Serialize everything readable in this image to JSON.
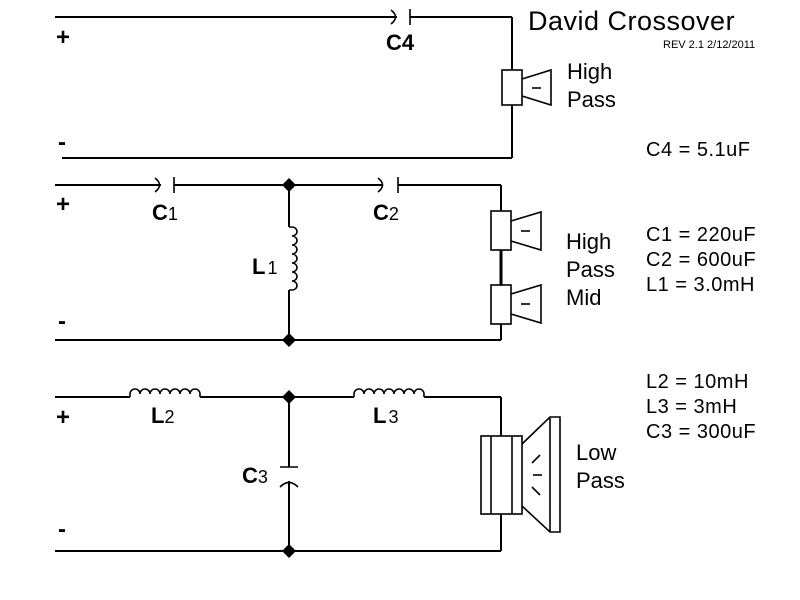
{
  "title": "David Crossover",
  "revision": "REV 2.1 2/12/2011",
  "polarity": {
    "plus": "+",
    "minus": "-"
  },
  "circuits": [
    {
      "id": "tweeter",
      "label_lines": [
        "High",
        "Pass"
      ],
      "components": [
        {
          "ref": "C",
          "sub": "4",
          "type": "capacitor"
        }
      ],
      "values": [
        "C4 = 5.1uF"
      ]
    },
    {
      "id": "mid",
      "label_lines": [
        "High",
        "Pass",
        "Mid"
      ],
      "components": [
        {
          "ref": "C",
          "sub": "1",
          "type": "capacitor"
        },
        {
          "ref": "L",
          "sub": "1",
          "type": "inductor"
        },
        {
          "ref": "C",
          "sub": "2",
          "type": "capacitor"
        }
      ],
      "values": [
        "C1 = 220uF",
        "C2 = 600uF",
        "L1 = 3.0mH"
      ]
    },
    {
      "id": "woofer",
      "label_lines": [
        "Low",
        "Pass"
      ],
      "components": [
        {
          "ref": "L",
          "sub": "2",
          "type": "inductor"
        },
        {
          "ref": "L",
          "sub": "3",
          "type": "inductor"
        },
        {
          "ref": "C",
          "sub": "3",
          "type": "capacitor"
        }
      ],
      "values": [
        "L2 = 10mH",
        "L3 = 3mH",
        "C3 = 300uF"
      ]
    }
  ]
}
